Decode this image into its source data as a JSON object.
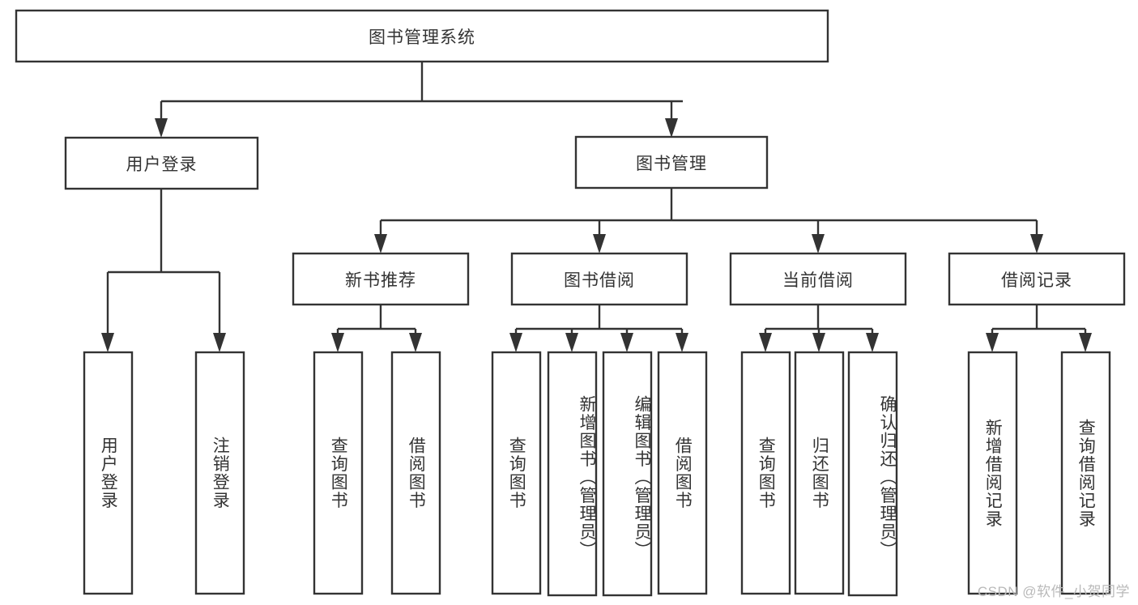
{
  "diagram": {
    "type": "tree",
    "title": "图书管理系统",
    "watermark": "CSDN @软件_小贺同学",
    "orientation": "top-down",
    "nodes": {
      "root": {
        "label": "图书管理系统",
        "level": 0,
        "text_orientation": "horizontal"
      },
      "user_login": {
        "label": "用户登录",
        "level": 1,
        "text_orientation": "horizontal"
      },
      "book_manage": {
        "label": "图书管理",
        "level": 1,
        "text_orientation": "horizontal"
      },
      "new_book_rec": {
        "label": "新书推荐",
        "level": 2,
        "text_orientation": "horizontal"
      },
      "book_borrow": {
        "label": "图书借阅",
        "level": 2,
        "text_orientation": "horizontal"
      },
      "current_borrow": {
        "label": "当前借阅",
        "level": 2,
        "text_orientation": "horizontal"
      },
      "borrow_record": {
        "label": "借阅记录",
        "level": 2,
        "text_orientation": "horizontal"
      },
      "leaf_user_login": {
        "label": "用户登录",
        "level": 2,
        "text_orientation": "vertical"
      },
      "leaf_logout": {
        "label": "注销登录",
        "level": 2,
        "text_orientation": "vertical"
      },
      "leaf_query_book_1": {
        "label": "查询图书",
        "level": 3,
        "text_orientation": "vertical"
      },
      "leaf_borrow_book_1": {
        "label": "借阅图书",
        "level": 3,
        "text_orientation": "vertical"
      },
      "leaf_query_book_2": {
        "label": "查询图书",
        "level": 3,
        "text_orientation": "vertical"
      },
      "leaf_add_book": {
        "label": "新增图书（管理员）",
        "level": 3,
        "text_orientation": "vertical"
      },
      "leaf_edit_book": {
        "label": "编辑图书（管理员）",
        "level": 3,
        "text_orientation": "vertical"
      },
      "leaf_borrow_book_2": {
        "label": "借阅图书",
        "level": 3,
        "text_orientation": "vertical"
      },
      "leaf_query_book_3": {
        "label": "查询图书",
        "level": 3,
        "text_orientation": "vertical"
      },
      "leaf_return_book": {
        "label": "归还图书",
        "level": 3,
        "text_orientation": "vertical"
      },
      "leaf_confirm_return": {
        "label": "确认归还（管理员）",
        "level": 3,
        "text_orientation": "vertical"
      },
      "leaf_add_record": {
        "label": "新增借阅记录",
        "level": 3,
        "text_orientation": "vertical"
      },
      "leaf_query_record": {
        "label": "查询借阅记录",
        "level": 3,
        "text_orientation": "vertical"
      }
    },
    "edges": [
      {
        "from": "root",
        "to": "user_login"
      },
      {
        "from": "root",
        "to": "book_manage"
      },
      {
        "from": "user_login",
        "to": "leaf_user_login"
      },
      {
        "from": "user_login",
        "to": "leaf_logout"
      },
      {
        "from": "book_manage",
        "to": "new_book_rec"
      },
      {
        "from": "book_manage",
        "to": "book_borrow"
      },
      {
        "from": "book_manage",
        "to": "current_borrow"
      },
      {
        "from": "book_manage",
        "to": "borrow_record"
      },
      {
        "from": "new_book_rec",
        "to": "leaf_query_book_1"
      },
      {
        "from": "new_book_rec",
        "to": "leaf_borrow_book_1"
      },
      {
        "from": "book_borrow",
        "to": "leaf_query_book_2"
      },
      {
        "from": "book_borrow",
        "to": "leaf_add_book"
      },
      {
        "from": "book_borrow",
        "to": "leaf_edit_book"
      },
      {
        "from": "book_borrow",
        "to": "leaf_borrow_book_2"
      },
      {
        "from": "current_borrow",
        "to": "leaf_query_book_3"
      },
      {
        "from": "current_borrow",
        "to": "leaf_return_book"
      },
      {
        "from": "current_borrow",
        "to": "leaf_confirm_return"
      },
      {
        "from": "borrow_record",
        "to": "leaf_add_record"
      },
      {
        "from": "borrow_record",
        "to": "leaf_query_record"
      }
    ],
    "colors": {
      "stroke": "#333333",
      "fill": "#ffffff",
      "text": "#333333",
      "watermark": "#b9b9b9"
    }
  }
}
